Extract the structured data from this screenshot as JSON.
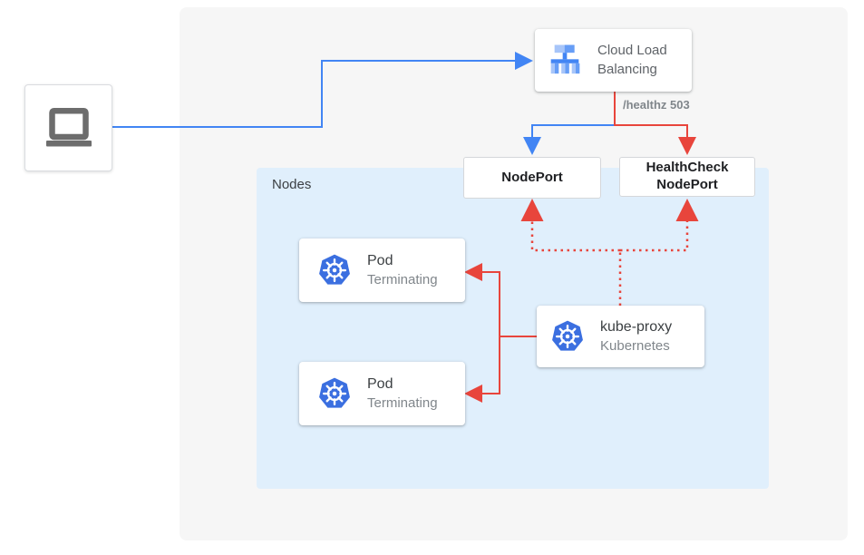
{
  "colors": {
    "blue": "#4285F4",
    "red": "#E8453C",
    "canvas_bg": "#F6F6F6",
    "nodes_bg": "#E0EFFC",
    "box_border": "#D5D7DA",
    "text_dark": "#3C4043",
    "text_black": "#202124",
    "text_gray": "#80868B",
    "k8s_blue": "#3B6FE0",
    "lb_icon_light": "#A7C5F9",
    "lb_icon_mid": "#669DF6",
    "lb_icon_dark": "#4285F4",
    "laptop_gray": "#6D6D6D"
  },
  "icons": {
    "client": "laptop-icon",
    "load_balancer": "load-balancer-icon",
    "pod": "kubernetes-icon",
    "kube_proxy": "kubernetes-icon"
  },
  "diagram": {
    "nodes_group_label": "Nodes",
    "load_balancer_label": "Cloud Load Balancing",
    "health_annotation": "/healthz 503",
    "node_port_label": "NodePort",
    "health_check_node_port_label": "HealthCheck NodePort",
    "pods": [
      {
        "title": "Pod",
        "status": "Terminating"
      },
      {
        "title": "Pod",
        "status": "Terminating"
      }
    ],
    "kube_proxy": {
      "title": "kube-proxy",
      "subtitle": "Kubernetes"
    }
  }
}
